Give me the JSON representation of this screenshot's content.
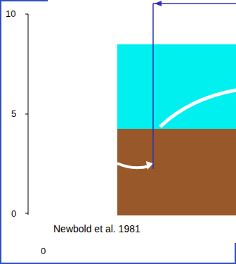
{
  "diagram": {
    "caption": "Newbold et al. 1981",
    "labels": [
      "10",
      "5",
      "0",
      "0"
    ]
  }
}
